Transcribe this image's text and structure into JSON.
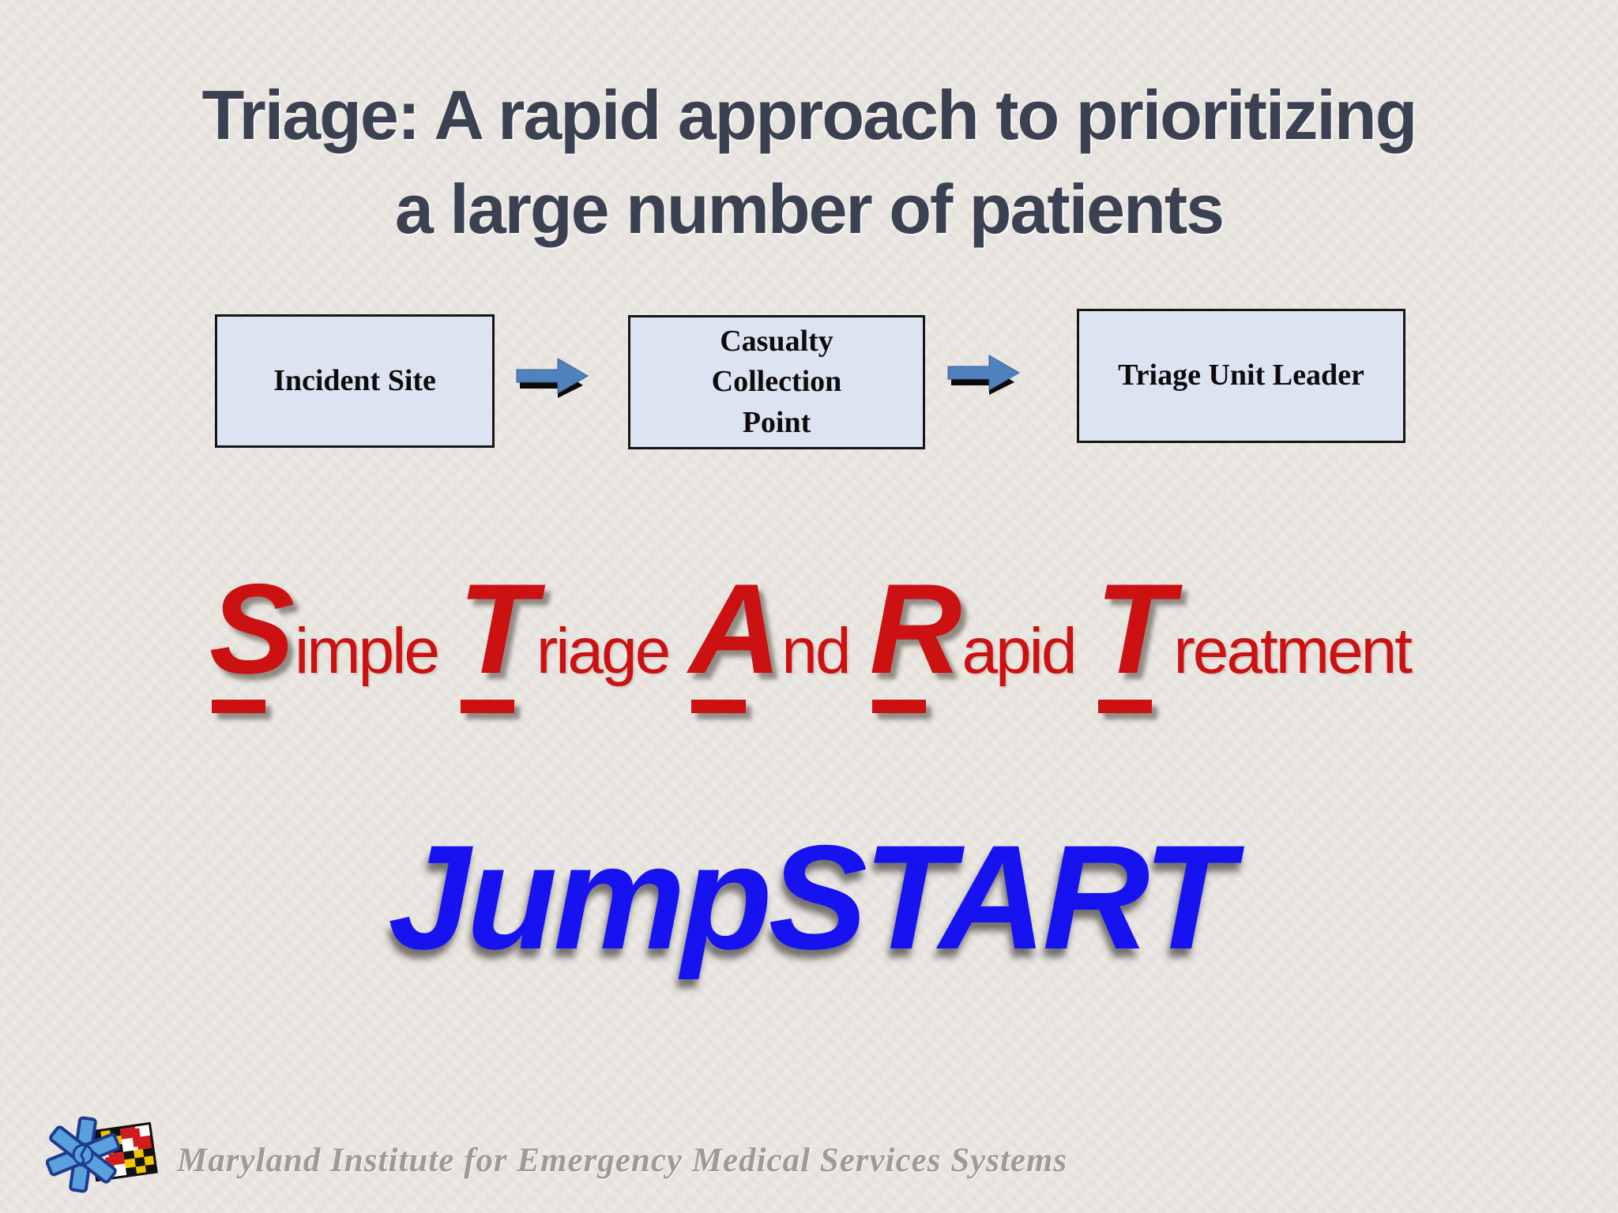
{
  "colors": {
    "background": "#eae7e2",
    "title_text": "#3c4152",
    "box_fill": "#dce4f2",
    "box_border": "#151515",
    "arrow_blue": "#4f81bd",
    "accent_red": "#cb1111",
    "jumpstart_blue": "#1712f0",
    "footer_gray": "#9c9b96"
  },
  "title": {
    "line1": "Triage: A rapid approach to prioritizing",
    "line2": "a large number of patients"
  },
  "flow": {
    "boxes": [
      {
        "label": "Incident Site"
      },
      {
        "label": "Casualty Collection Point"
      },
      {
        "label": "Triage Unit Leader"
      }
    ],
    "arrow_icon": "right-arrow"
  },
  "start_acronym": {
    "words": [
      {
        "cap": "S",
        "rest": "imple"
      },
      {
        "cap": "T",
        "rest": "riage"
      },
      {
        "cap": "A",
        "rest": "nd"
      },
      {
        "cap": "R",
        "rest": "apid"
      },
      {
        "cap": "T",
        "rest": "reatment"
      }
    ]
  },
  "jumpstart": {
    "label": "JumpSTART"
  },
  "footer": {
    "org_name": "Maryland Institute for Emergency Medical Services Systems",
    "logo": "maryland-star-of-life"
  }
}
